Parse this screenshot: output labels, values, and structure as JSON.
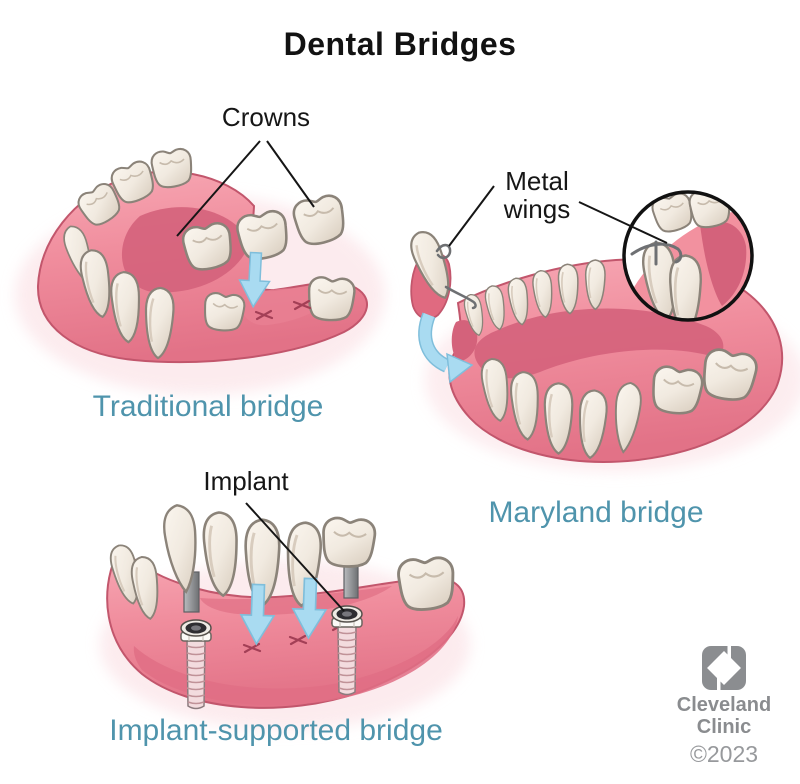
{
  "title": "Dental Bridges",
  "annotations": {
    "crowns": {
      "label": "Crowns"
    },
    "metal_wings": {
      "line1": "Metal",
      "line2": "wings"
    },
    "implant": {
      "label": "Implant"
    }
  },
  "bridges": [
    {
      "name": "Traditional bridge"
    },
    {
      "name": "Maryland bridge"
    },
    {
      "name": "Implant-supported bridge"
    }
  ],
  "footer": {
    "brand_line1": "Cleveland",
    "brand_line2": "Clinic",
    "copyright": "©2023"
  },
  "icons": {
    "logo_mark": "cleveland-clinic-square-mark"
  },
  "colors": {
    "background": "#FFFFFF",
    "title_text": "#121212",
    "annotation_text": "#161616",
    "caption_teal": "#4F94AC",
    "gum_pink": "#F2919F",
    "gum_highlight": "#F7A8B4",
    "gum_shadow": "#D5627B",
    "gum_outline": "#C2566C",
    "tooth_fill": "#F3EDE4",
    "tooth_outline": "#8B8379",
    "arrow_blue": "#A9DBF1",
    "arrow_blue_outline": "#7FBEDB",
    "metal_gray": "#8E9094",
    "stitch_red": "#A33F56",
    "logo_gray": "#8B8D90"
  }
}
